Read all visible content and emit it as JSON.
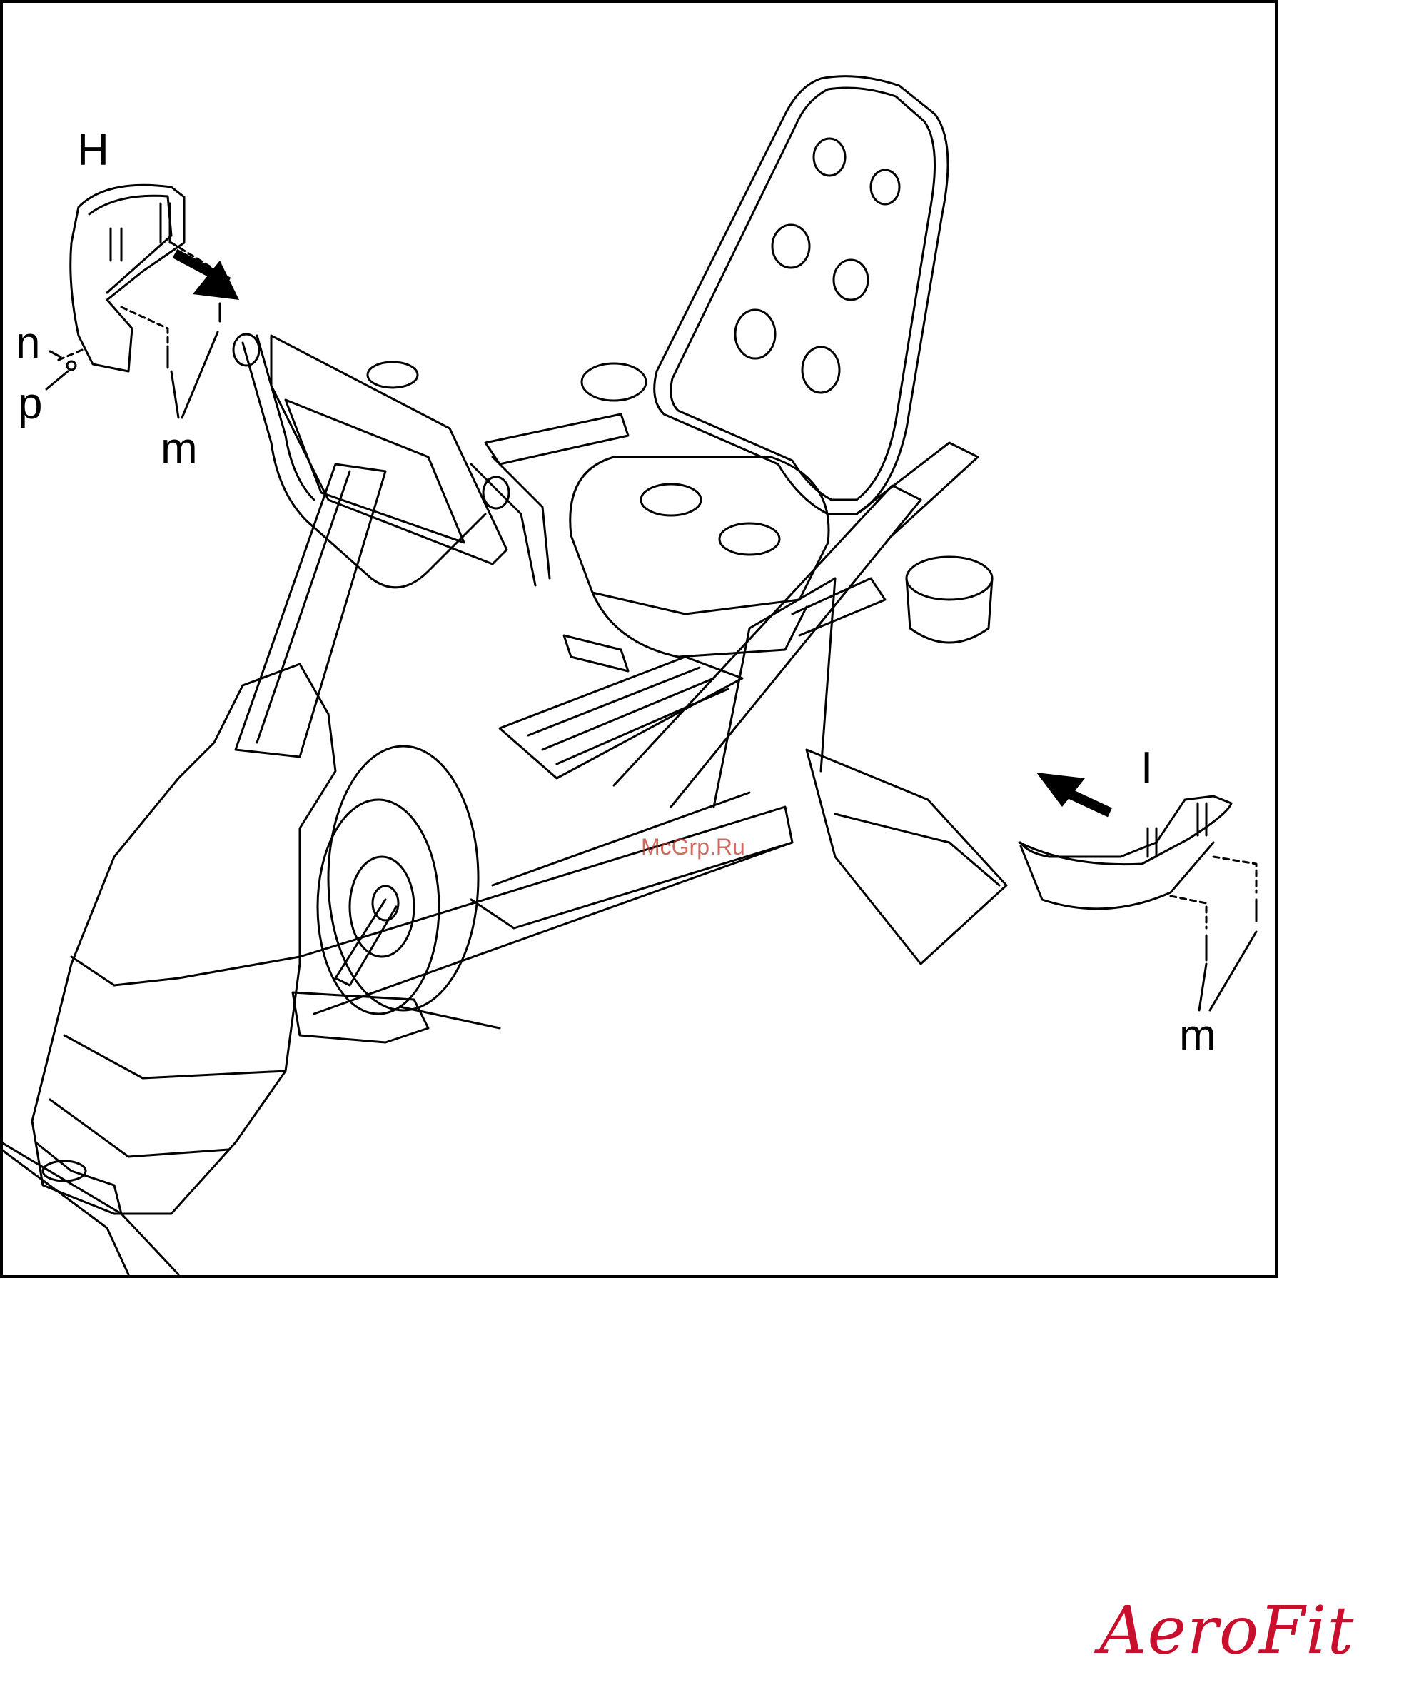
{
  "labels": {
    "H": "H",
    "I": "I",
    "n": "n",
    "p": "p",
    "m_left": "m",
    "m_right": "m"
  },
  "watermark": "McGrp.Ru",
  "brand": {
    "logo_text": "AeroFit",
    "color": "#c8102e"
  },
  "colors": {
    "line": "#000000",
    "background": "#ffffff"
  }
}
